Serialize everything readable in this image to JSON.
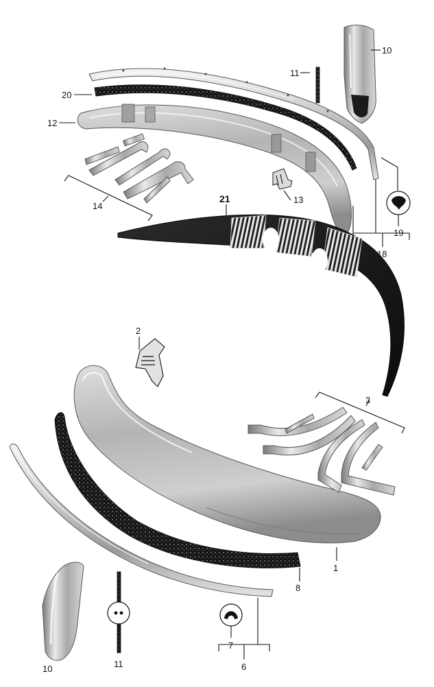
{
  "colors": {
    "ink": "#111111",
    "chrome_light": "#f2f2f2",
    "chrome_mid": "#b9b9b9",
    "chrome_dark": "#6d6d6d",
    "rubber": "#151515",
    "background": "#ffffff"
  },
  "callouts": {
    "c1": "1",
    "c2": "2",
    "c3": "3",
    "c6": "6",
    "c7": "7",
    "c8": "8",
    "c10_top": "10",
    "c10_bottom": "10",
    "c11_top": "11",
    "c11_bottom": "11",
    "c12": "12",
    "c13": "13",
    "c14": "14",
    "c18": "18",
    "c19": "19",
    "c20": "20",
    "c21": "21"
  },
  "parts": [
    {
      "id": "1",
      "icon": "bumper-blade-icon"
    },
    {
      "id": "2",
      "icon": "bracket-clip-icon"
    },
    {
      "id": "3",
      "icon": "mounting-brackets-icon"
    },
    {
      "id": "6",
      "icon": "trim-strip-icon"
    },
    {
      "id": "7",
      "icon": "strip-clip-icon"
    },
    {
      "id": "8",
      "icon": "rubber-seal-icon"
    },
    {
      "id": "10",
      "icon": "overrider-icon"
    },
    {
      "id": "11",
      "icon": "overrider-strip-icon"
    },
    {
      "id": "12",
      "icon": "bumper-blade-icon"
    },
    {
      "id": "13",
      "icon": "bracket-clip-icon"
    },
    {
      "id": "14",
      "icon": "mounting-brackets-icon"
    },
    {
      "id": "18",
      "icon": "trim-strip-icon"
    },
    {
      "id": "19",
      "icon": "strip-clip-icon"
    },
    {
      "id": "20",
      "icon": "rubber-seal-icon"
    },
    {
      "id": "21",
      "icon": "valance-panel-icon"
    }
  ]
}
